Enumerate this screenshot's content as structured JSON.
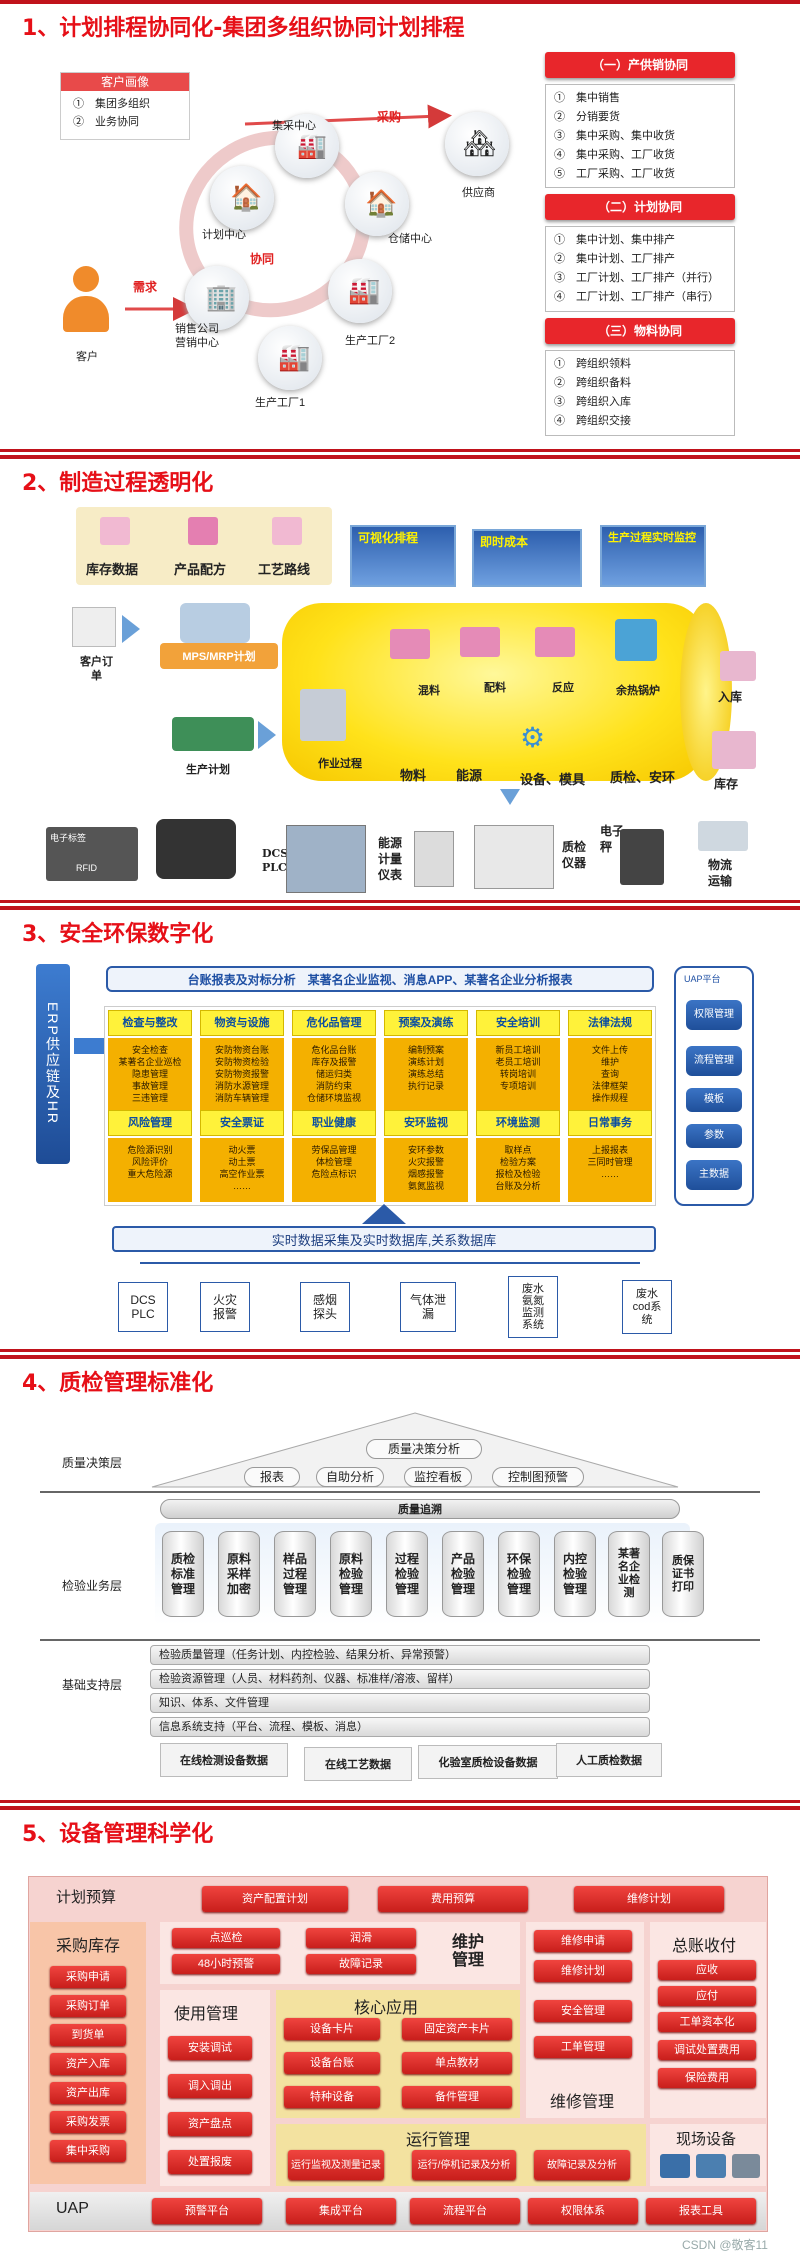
{
  "s1": {
    "title": "1、计划排程协同化-集团多组织协同计划排程",
    "portrait": {
      "head": "客户画像",
      "items": [
        "①　集团多组织",
        "②　业务协同"
      ]
    },
    "nodes": {
      "jicai": "集采中心",
      "jihua": "计划中心",
      "cangchu": "仓储中心",
      "xiaoshou": "销售公司\n营销中心",
      "gc2": "生产工厂2",
      "gc1": "生产工厂1",
      "supplier": "供应商",
      "customer": "客户"
    },
    "flows": {
      "caigou": "采购",
      "xietong": "协同",
      "xuqiu": "需求"
    },
    "groups": [
      {
        "head": "（一）产供销协同",
        "items": [
          "①　集中销售",
          "②　分销要货",
          "③　集中采购、集中收货",
          "④　集中采购、工厂收货",
          "⑤　工厂采购、工厂收货"
        ]
      },
      {
        "head": "（二）计划协同",
        "items": [
          "①　集中计划、集中排产",
          "②　集中计划、工厂排产",
          "③　工厂计划、工厂排产（并行）",
          "④　工厂计划、工厂排产（串行）"
        ]
      },
      {
        "head": "（三）物料协同",
        "items": [
          "①　跨组织领料",
          "②　跨组织备料",
          "③　跨组织入库",
          "④　跨组织交接"
        ]
      }
    ]
  },
  "s2": {
    "title": "2、制造过程透明化",
    "top": [
      "库存数据",
      "产品配方",
      "工艺路线"
    ],
    "order": "客户订\n单",
    "mps": "MPS/MRP计划",
    "plan": "生产计划",
    "screens": [
      "可视化排程",
      "即时成本",
      "生产过程实时监控"
    ],
    "inner": [
      "混料",
      "配料",
      "反应",
      "余热锅炉",
      "作业过程",
      "物料",
      "能源",
      "设备、模具",
      "质检、安环"
    ],
    "right": [
      "入库",
      "库存"
    ],
    "devices": [
      "RFID",
      "DCS\nPLC",
      "能源\n计量\n仪表",
      "质检\n仪器",
      "电子\n秤",
      "物流\n运输"
    ],
    "rfid_tag": "电子标签"
  },
  "s3": {
    "title": "3、安全环保数字化",
    "erp": "ERP供应链及HR",
    "topbar": "台账报表及对标分析　某著名企业监视、消息APP、某著名企业分析报表",
    "cols1": [
      {
        "h": "检查与整改",
        "b": "安全检查\n某著名企业巡检\n隐患管理\n事故管理\n三违管理"
      },
      {
        "h": "物资与设施",
        "b": "安防物资台账\n安防物资检验\n安防物资报警\n消防水源管理\n消防车辆管理"
      },
      {
        "h": "危化品管理",
        "b": "危化品台账\n库存及报警\n储运归类\n消防约束\n仓储环境监视"
      },
      {
        "h": "预案及演练",
        "b": "编制预案\n演练计划\n演练总结\n执行记录"
      },
      {
        "h": "安全培训",
        "b": "新员工培训\n老员工培训\n转岗培训\n专项培训"
      },
      {
        "h": "法律法规",
        "b": "文件上传\n维护\n查询\n法律框架\n操作规程"
      }
    ],
    "cols2": [
      {
        "h": "风险管理",
        "b": "危险源识别\n风险评价\n重大危险源"
      },
      {
        "h": "安全票证",
        "b": "动火票\n动土票\n高空作业票\n……"
      },
      {
        "h": "职业健康",
        "b": "劳保品管理\n体检管理\n危险点标识"
      },
      {
        "h": "安环监视",
        "b": "安环参数\n火灾报警\n烟感报警\n氨氮监视"
      },
      {
        "h": "环境监测",
        "b": "取样点\n检验方案\n报检及检验\n台账及分析"
      },
      {
        "h": "日常事务",
        "b": "上报报表\n三同时管理\n……"
      }
    ],
    "uap": {
      "head": "UAP平台",
      "items": [
        "权限管理",
        "流程管理",
        "模板",
        "参数",
        "主数据"
      ]
    },
    "db": "实时数据采集及实时数据库,关系数据库",
    "sources": [
      "DCS\nPLC",
      "火灾\n报警",
      "感烟\n探头",
      "气体泄\n漏",
      "废水\n氨氮\n监测\n系统",
      "废水\ncod系\n统"
    ]
  },
  "s4": {
    "title": "4、质检管理标准化",
    "layers": [
      "质量决策层",
      "检验业务层",
      "基础支持层"
    ],
    "decision_top": "质量决策分析",
    "decision_items": [
      "报表",
      "自助分析",
      "监控看板",
      "控制图预警"
    ],
    "trace": "质量追溯",
    "cyls": [
      "质检\n标准\n管理",
      "原料\n采样\n加密",
      "样品\n过程\n管理",
      "原料\n检验\n管理",
      "过程\n检验\n管理",
      "产品\n检验\n管理",
      "环保\n检验\n管理",
      "内控\n检验\n管理",
      "某著\n名企\n业检\n测",
      "质保\n证书\n打印"
    ],
    "bars": [
      "检验质量管理（任务计划、内控检验、结果分析、异常预警）",
      "检验资源管理（人员、材料药剂、仪器、标准样/溶液、留样）",
      "知识、体系、文件管理",
      "信息系统支持（平台、流程、模板、消息）"
    ],
    "boxes": [
      "在线检测设备数据",
      "在线工艺数据",
      "化验室质检设备数据",
      "人工质检数据"
    ]
  },
  "s5": {
    "title": "5、设备管理科学化",
    "plan": {
      "label": "计划预算",
      "items": [
        "资产配置计划",
        "费用预算",
        "维修计划"
      ]
    },
    "procure": {
      "label": "采购库存",
      "items": [
        "采购申请",
        "采购订单",
        "到货单",
        "资产入库",
        "资产出库",
        "采购发票",
        "集中采购"
      ]
    },
    "maint_top": {
      "items": [
        "点巡检",
        "48小时预警",
        "润滑",
        "故障记录"
      ],
      "label": "维护\n管理"
    },
    "use": {
      "label": "使用管理",
      "items": [
        "安装调试",
        "调入调出",
        "资产盘点",
        "处置报废"
      ]
    },
    "core": {
      "label": "核心应用",
      "items": [
        "设备卡片",
        "固定资产卡片",
        "设备台账",
        "单点教材",
        "特种设备",
        "备件管理"
      ]
    },
    "repair": {
      "label": "维修管理",
      "items": [
        "维修申请",
        "维修计划",
        "安全管理",
        "工单管理"
      ]
    },
    "ledger": {
      "label": "总账收付",
      "items": [
        "应收",
        "应付",
        "工单资本化",
        "调试处置费用",
        "保险费用"
      ]
    },
    "run": {
      "label": "运行管理",
      "items": [
        "运行监视及测量记录",
        "运行/停机记录及分析",
        "故障记录及分析"
      ]
    },
    "field": "现场设备",
    "uap": {
      "label": "UAP",
      "items": [
        "预警平台",
        "集成平台",
        "流程平台",
        "权限体系",
        "报表工具"
      ]
    }
  },
  "watermark": "CSDN @敬客11"
}
